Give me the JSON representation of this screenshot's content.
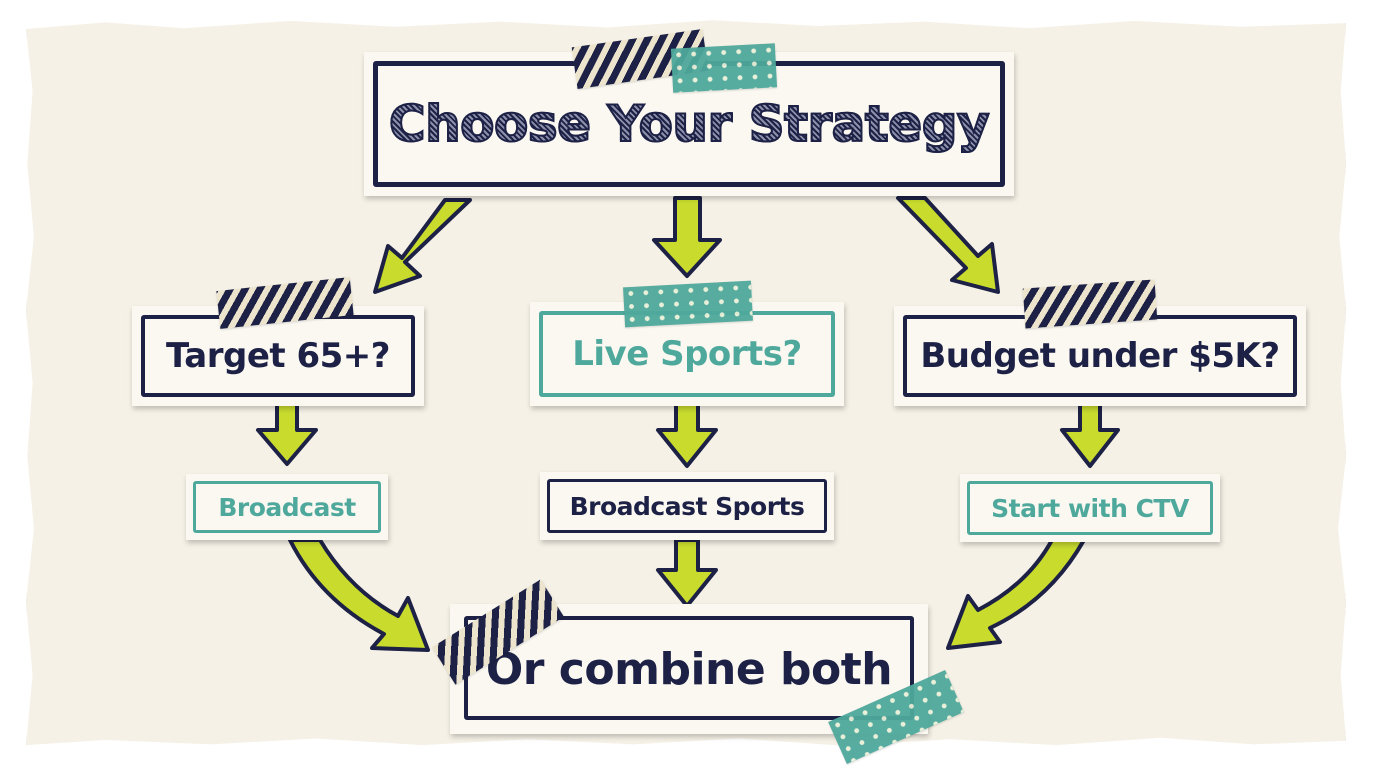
{
  "title": "Choose Your Strategy",
  "colors": {
    "navy": "#1d2145",
    "teal": "#4fa89c",
    "arrow_fill": "#c9dc2e",
    "paper": "#f5f1e6",
    "card": "#faf8f1"
  },
  "questions": [
    {
      "label": "Target 65+?",
      "style": "navy"
    },
    {
      "label": "Live Sports?",
      "style": "teal"
    },
    {
      "label": "Budget under $5K?",
      "style": "navy"
    }
  ],
  "answers": [
    {
      "label": "Broadcast",
      "style": "teal"
    },
    {
      "label": "Broadcast Sports",
      "style": "navy"
    },
    {
      "label": "Start with CTV",
      "style": "teal"
    }
  ],
  "conclusion": {
    "label": "Or combine both",
    "style": "navy"
  },
  "connections": [
    {
      "from": "Choose Your Strategy",
      "to": "Target 65+?"
    },
    {
      "from": "Choose Your Strategy",
      "to": "Live Sports?"
    },
    {
      "from": "Choose Your Strategy",
      "to": "Budget under $5K?"
    },
    {
      "from": "Target 65+?",
      "to": "Broadcast"
    },
    {
      "from": "Live Sports?",
      "to": "Broadcast Sports"
    },
    {
      "from": "Budget under $5K?",
      "to": "Start with CTV"
    },
    {
      "from": "Broadcast",
      "to": "Or combine both"
    },
    {
      "from": "Broadcast Sports",
      "to": "Or combine both"
    },
    {
      "from": "Start with CTV",
      "to": "Or combine both"
    }
  ]
}
